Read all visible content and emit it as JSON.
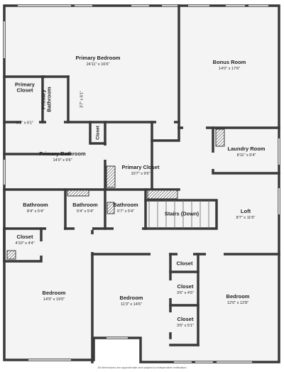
{
  "rooms": {
    "primary_bedroom": {
      "name": "Primary Bedroom",
      "dims": "24'11\" x 16'6\""
    },
    "bonus_room": {
      "name": "Bonus Room",
      "dims": "14'0\" x 17'6\""
    },
    "primary_closet_1": {
      "name": "Primary\nCloset",
      "dims": "5'1\" x 6'1\""
    },
    "primary_bathroom_small": {
      "name": "Primary\nBathroom",
      "dims": "3'7\" x 6'1\""
    },
    "closet_small_1": {
      "name": "Closet",
      "dims": ""
    },
    "laundry_room": {
      "name": "Laundry Room",
      "dims": "8'11\" x 6'4\""
    },
    "primary_bathroom": {
      "name": "Primary Bathroom",
      "dims": "14'0\" x 9'6\""
    },
    "primary_closet_2": {
      "name": "Primary Closet",
      "dims": "10'7\" x 9'6\""
    },
    "bathroom_1": {
      "name": "Bathroom",
      "dims": "8'4\" x 5'4\""
    },
    "bathroom_2": {
      "name": "Bathroom",
      "dims": "5'4\" x 5'4\""
    },
    "bathroom_3": {
      "name": "Bathroom",
      "dims": "5'7\" x 5'4\""
    },
    "stairs": {
      "name": "Stairs (Down)",
      "dims": ""
    },
    "loft": {
      "name": "Loft",
      "dims": "8'7\" x 11'6\""
    },
    "closet_2": {
      "name": "Closet",
      "dims": "4'10\" x 4'4\""
    },
    "closet_3": {
      "name": "Closet",
      "dims": ""
    },
    "closet_4": {
      "name": "Closet",
      "dims": "3'6\" x 4'5\""
    },
    "closet_5": {
      "name": "Closet",
      "dims": "3'6\" x 5'1\""
    },
    "bedroom_1": {
      "name": "Bedroom",
      "dims": "14'9\" x 19'0\""
    },
    "bedroom_2": {
      "name": "Bedroom",
      "dims": "11'3\" x 14'6\""
    },
    "bedroom_3": {
      "name": "Bedroom",
      "dims": "12'0\" x 12'8\""
    }
  },
  "footnote": "All dimensions are approximate and subject to independent verification",
  "colors": {
    "wall": "#3a3a3a",
    "floor": "#f4f4f4",
    "window": "#ffffff",
    "hatch": "#3a3a3a"
  }
}
